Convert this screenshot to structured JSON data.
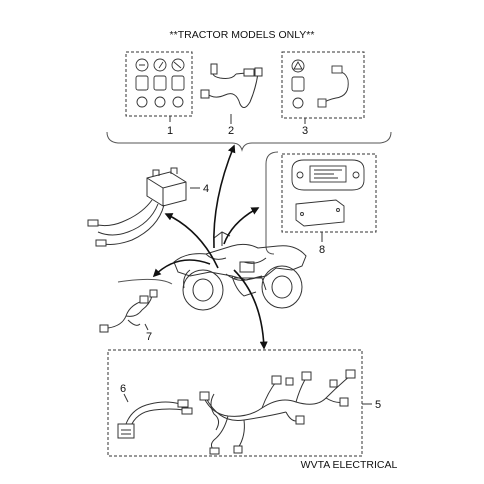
{
  "header": {
    "note": "**TRACTOR MODELS ONLY**"
  },
  "callouts": {
    "c1": "1",
    "c2": "2",
    "c3": "3",
    "c4": "4",
    "c5": "5",
    "c6": "6",
    "c7": "7",
    "c8": "8"
  },
  "footer": {
    "caption": "WVTA ELECTRICAL"
  }
}
